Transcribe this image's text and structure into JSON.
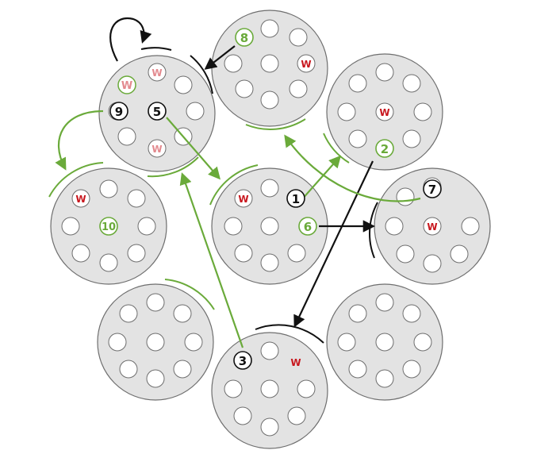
{
  "colors": {
    "disc_fill": "#e3e3e3",
    "disc_stroke": "#6e6e6e",
    "hole_fill": "#ffffff",
    "hole_stroke": "#6e6e6e",
    "green": "#6aaa3a",
    "black": "#111111",
    "w_red": "#c8171e",
    "w_faded": "#e38a8f"
  },
  "labels": {
    "n1": "1",
    "n2": "2",
    "n3": "3",
    "n5": "5",
    "n6": "6",
    "n7": "7",
    "n8": "8",
    "n9": "9",
    "n10": "10",
    "w": "W"
  }
}
